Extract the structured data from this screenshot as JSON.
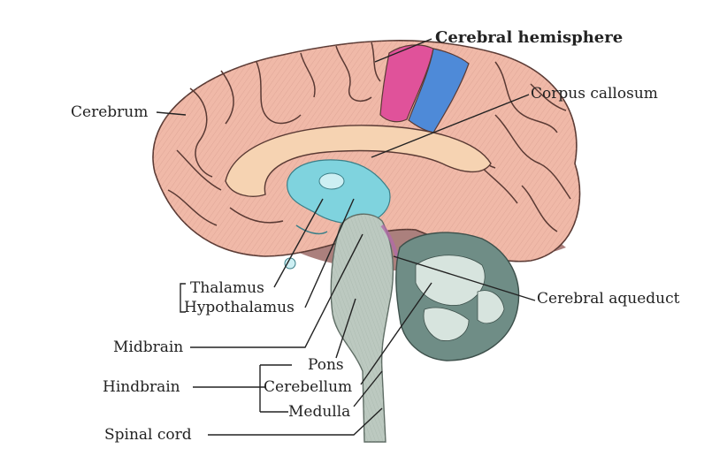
{
  "labels": {
    "cerebral_hemisphere": "Cerebral hemisphere",
    "corpus_callosum": "Corpus callosum",
    "cerebrum": "Cerebrum",
    "thalamus": "Thalamus",
    "hypothalamus": "Hypothalamus",
    "midbrain": "Midbrain",
    "pons": "Pons",
    "cerebellum": "Cerebellum",
    "medulla": "Medulla",
    "hindbrain": "Hindbrain",
    "spinal_cord": "Spinal cord",
    "cerebral_aqueduct": "Cerebral aqueduct"
  },
  "colors": {
    "cerebrum": "#f0b9a8",
    "gyrus_line": "#5a3a34",
    "corpus_callosum": "#f6d3b2",
    "ventricle": "#7fd3de",
    "brainstem": "#bcc9c0",
    "cerebellum": "#6f8d86",
    "cerebellum_light": "#d7e4de",
    "magenta_region": "#e0529a",
    "blue_region": "#4e8ad8",
    "leader_line": "#222222"
  }
}
